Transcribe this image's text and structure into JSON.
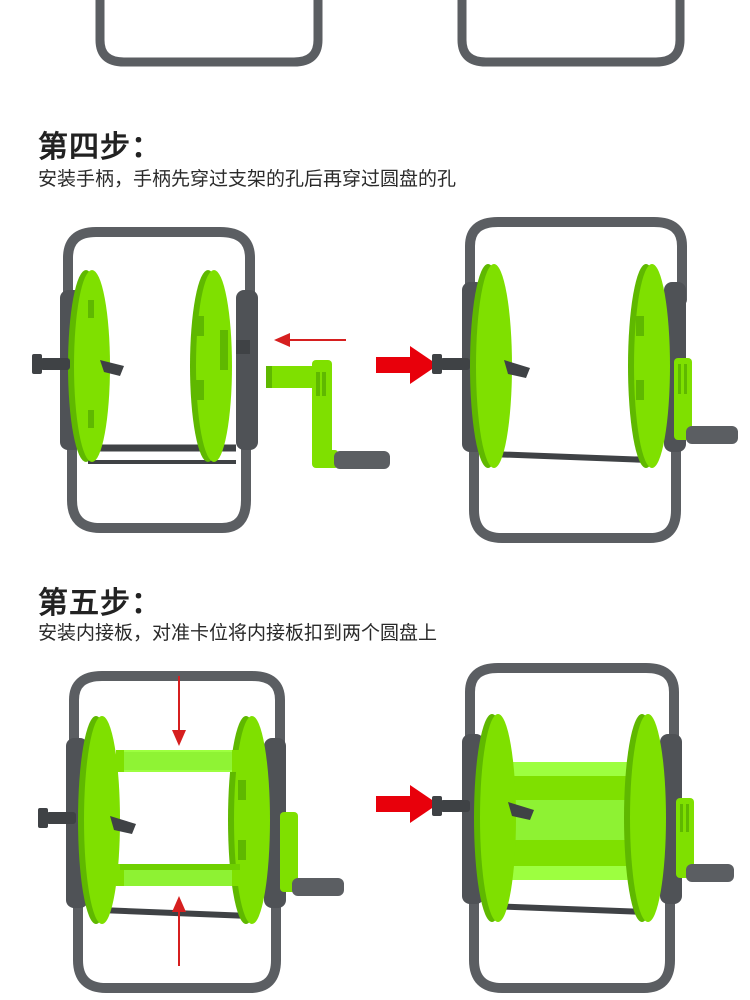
{
  "steps": [
    {
      "title": "第四步：",
      "description": "安装手柄，手柄先穿过支架的孔后再穿过圆盘的孔"
    },
    {
      "title": "第五步：",
      "description": "安装内接板，对准卡位将内接板扣到两个圆盘上"
    }
  ],
  "colors": {
    "frame": "#5b5e62",
    "frame_dark": "#3f4245",
    "green": "#7fe000",
    "green_dark": "#5fb800",
    "arrow_red": "#e8000b",
    "thin_arrow": "#d61f1f"
  },
  "icons": {
    "block_arrow": "red-right-block-arrow",
    "thin_arrow": "red-thin-arrow"
  }
}
